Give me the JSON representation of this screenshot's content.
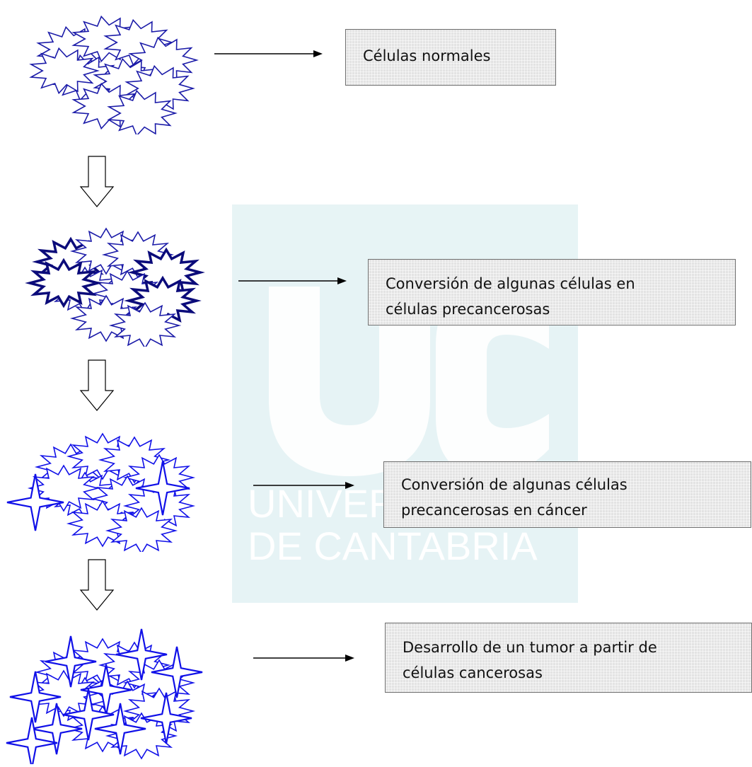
{
  "watermark": {
    "letters": "UC",
    "line1": "UNIVERSIDAD",
    "line2": "DE CANTABRIA",
    "color": "#b9dfe3"
  },
  "stages": [
    {
      "label_lines": [
        "Células normales"
      ]
    },
    {
      "label_lines": [
        "Conversión de algunas células en",
        "células precancerosas"
      ]
    },
    {
      "label_lines": [
        "Conversión de algunas células",
        "precancerosas en cáncer"
      ]
    },
    {
      "label_lines": [
        "Desarrollo de un tumor a partir de",
        "células cancerosas"
      ]
    }
  ],
  "colors": {
    "normal_cell": "#1a1aa8",
    "precancer_cell": "#0b0b7a",
    "cancer_cell": "#1010e8",
    "box_fill": "#e3e3e3",
    "arrow": "#000000"
  }
}
